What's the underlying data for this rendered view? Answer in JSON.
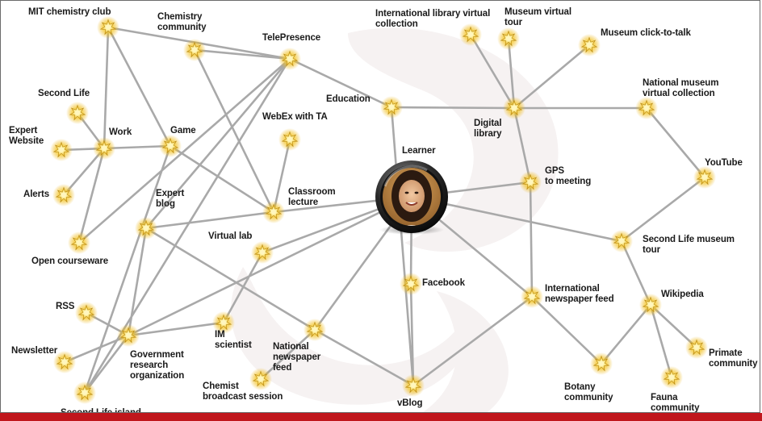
{
  "colors": {
    "link": "#a9a9a9",
    "node_core": "#fff6c0",
    "node_mid": "#f3c22a",
    "node_edge": "#b88a12",
    "bottom_bar": "#c0161c",
    "watermark": "#f6f2f2"
  },
  "icons": {
    "node": "star-burst-icon",
    "learner": "avatar"
  },
  "learner": {
    "label": "Learner"
  },
  "nodes": [
    {
      "id": "mit",
      "label": "MIT chemistry club"
    },
    {
      "id": "chem",
      "label": "Chemistry\ncommunity"
    },
    {
      "id": "tele",
      "label": "TelePresence"
    },
    {
      "id": "intlib",
      "label": "International library virtual\ncollection"
    },
    {
      "id": "musvt",
      "label": "Museum virtual\ntour"
    },
    {
      "id": "musctt",
      "label": "Museum click-to-talk"
    },
    {
      "id": "sl",
      "label": "Second Life"
    },
    {
      "id": "educ",
      "label": "Education"
    },
    {
      "id": "natmus",
      "label": "National museum\nvirtual collection"
    },
    {
      "id": "webex",
      "label": "WebEx with TA"
    },
    {
      "id": "expweb",
      "label": "Expert\nWebsite"
    },
    {
      "id": "work",
      "label": "Work"
    },
    {
      "id": "game",
      "label": "Game"
    },
    {
      "id": "diglib",
      "label": "Digital\nlibrary"
    },
    {
      "id": "youtube",
      "label": "YouTube"
    },
    {
      "id": "alerts",
      "label": "Alerts"
    },
    {
      "id": "expblog",
      "label": "Expert\nblog"
    },
    {
      "id": "class",
      "label": "Classroom\nlecture"
    },
    {
      "id": "gps",
      "label": "GPS\nto meeting"
    },
    {
      "id": "opencw",
      "label": "Open courseware"
    },
    {
      "id": "vlab",
      "label": "Virtual lab"
    },
    {
      "id": "slmus",
      "label": "Second Life museum\ntour"
    },
    {
      "id": "facebook",
      "label": "Facebook"
    },
    {
      "id": "intnews",
      "label": "International\nnewspaper feed"
    },
    {
      "id": "rss",
      "label": "RSS"
    },
    {
      "id": "wiki",
      "label": "Wikipedia"
    },
    {
      "id": "gov",
      "label": "Government\nresearch\norganization"
    },
    {
      "id": "im",
      "label": "IM\nscientist"
    },
    {
      "id": "natnews",
      "label": "National\nnewspaper\nfeed"
    },
    {
      "id": "newsletter",
      "label": "Newsletter"
    },
    {
      "id": "primate",
      "label": "Primate\ncommunity"
    },
    {
      "id": "chembc",
      "label": "Chemist\nbroadcast session"
    },
    {
      "id": "botany",
      "label": "Botany\ncommunity"
    },
    {
      "id": "fauna",
      "label": "Fauna\ncommunity"
    },
    {
      "id": "vblog",
      "label": "vBlog"
    },
    {
      "id": "slisland",
      "label": "Second Life island"
    }
  ],
  "links": [
    [
      "mit",
      "work"
    ],
    [
      "mit",
      "game"
    ],
    [
      "mit",
      "tele"
    ],
    [
      "chem",
      "tele"
    ],
    [
      "chem",
      "class"
    ],
    [
      "tele",
      "educ"
    ],
    [
      "tele",
      "opencw"
    ],
    [
      "tele",
      "slisland"
    ],
    [
      "sl",
      "work"
    ],
    [
      "expweb",
      "work"
    ],
    [
      "alerts",
      "work"
    ],
    [
      "opencw",
      "work"
    ],
    [
      "work",
      "game"
    ],
    [
      "game",
      "class"
    ],
    [
      "game",
      "slisland"
    ],
    [
      "webex",
      "class"
    ],
    [
      "class",
      "learner"
    ],
    [
      "educ",
      "diglib"
    ],
    [
      "educ",
      "vblog"
    ],
    [
      "diglib",
      "intlib"
    ],
    [
      "diglib",
      "musvt"
    ],
    [
      "diglib",
      "musctt"
    ],
    [
      "diglib",
      "natmus"
    ],
    [
      "diglib",
      "gps"
    ],
    [
      "natmus",
      "youtube"
    ],
    [
      "youtube",
      "slmus"
    ],
    [
      "learner",
      "gps"
    ],
    [
      "learner",
      "slmus"
    ],
    [
      "learner",
      "intnews"
    ],
    [
      "learner",
      "facebook"
    ],
    [
      "learner",
      "vlab"
    ],
    [
      "learner",
      "gov"
    ],
    [
      "learner",
      "natnews"
    ],
    [
      "gps",
      "intnews"
    ],
    [
      "expblog",
      "class"
    ],
    [
      "expblog",
      "natnews"
    ],
    [
      "expblog",
      "tele"
    ],
    [
      "expblog",
      "gov"
    ],
    [
      "vlab",
      "im"
    ],
    [
      "gov",
      "rss"
    ],
    [
      "gov",
      "newsletter"
    ],
    [
      "gov",
      "im"
    ],
    [
      "gov",
      "slisland"
    ],
    [
      "natnews",
      "vblog"
    ],
    [
      "natnews",
      "chembc"
    ],
    [
      "intnews",
      "botany"
    ],
    [
      "intnews",
      "vblog"
    ],
    [
      "facebook",
      "vblog"
    ],
    [
      "slmus",
      "wiki"
    ],
    [
      "wiki",
      "botany"
    ],
    [
      "wiki",
      "primate"
    ],
    [
      "wiki",
      "fauna"
    ]
  ]
}
